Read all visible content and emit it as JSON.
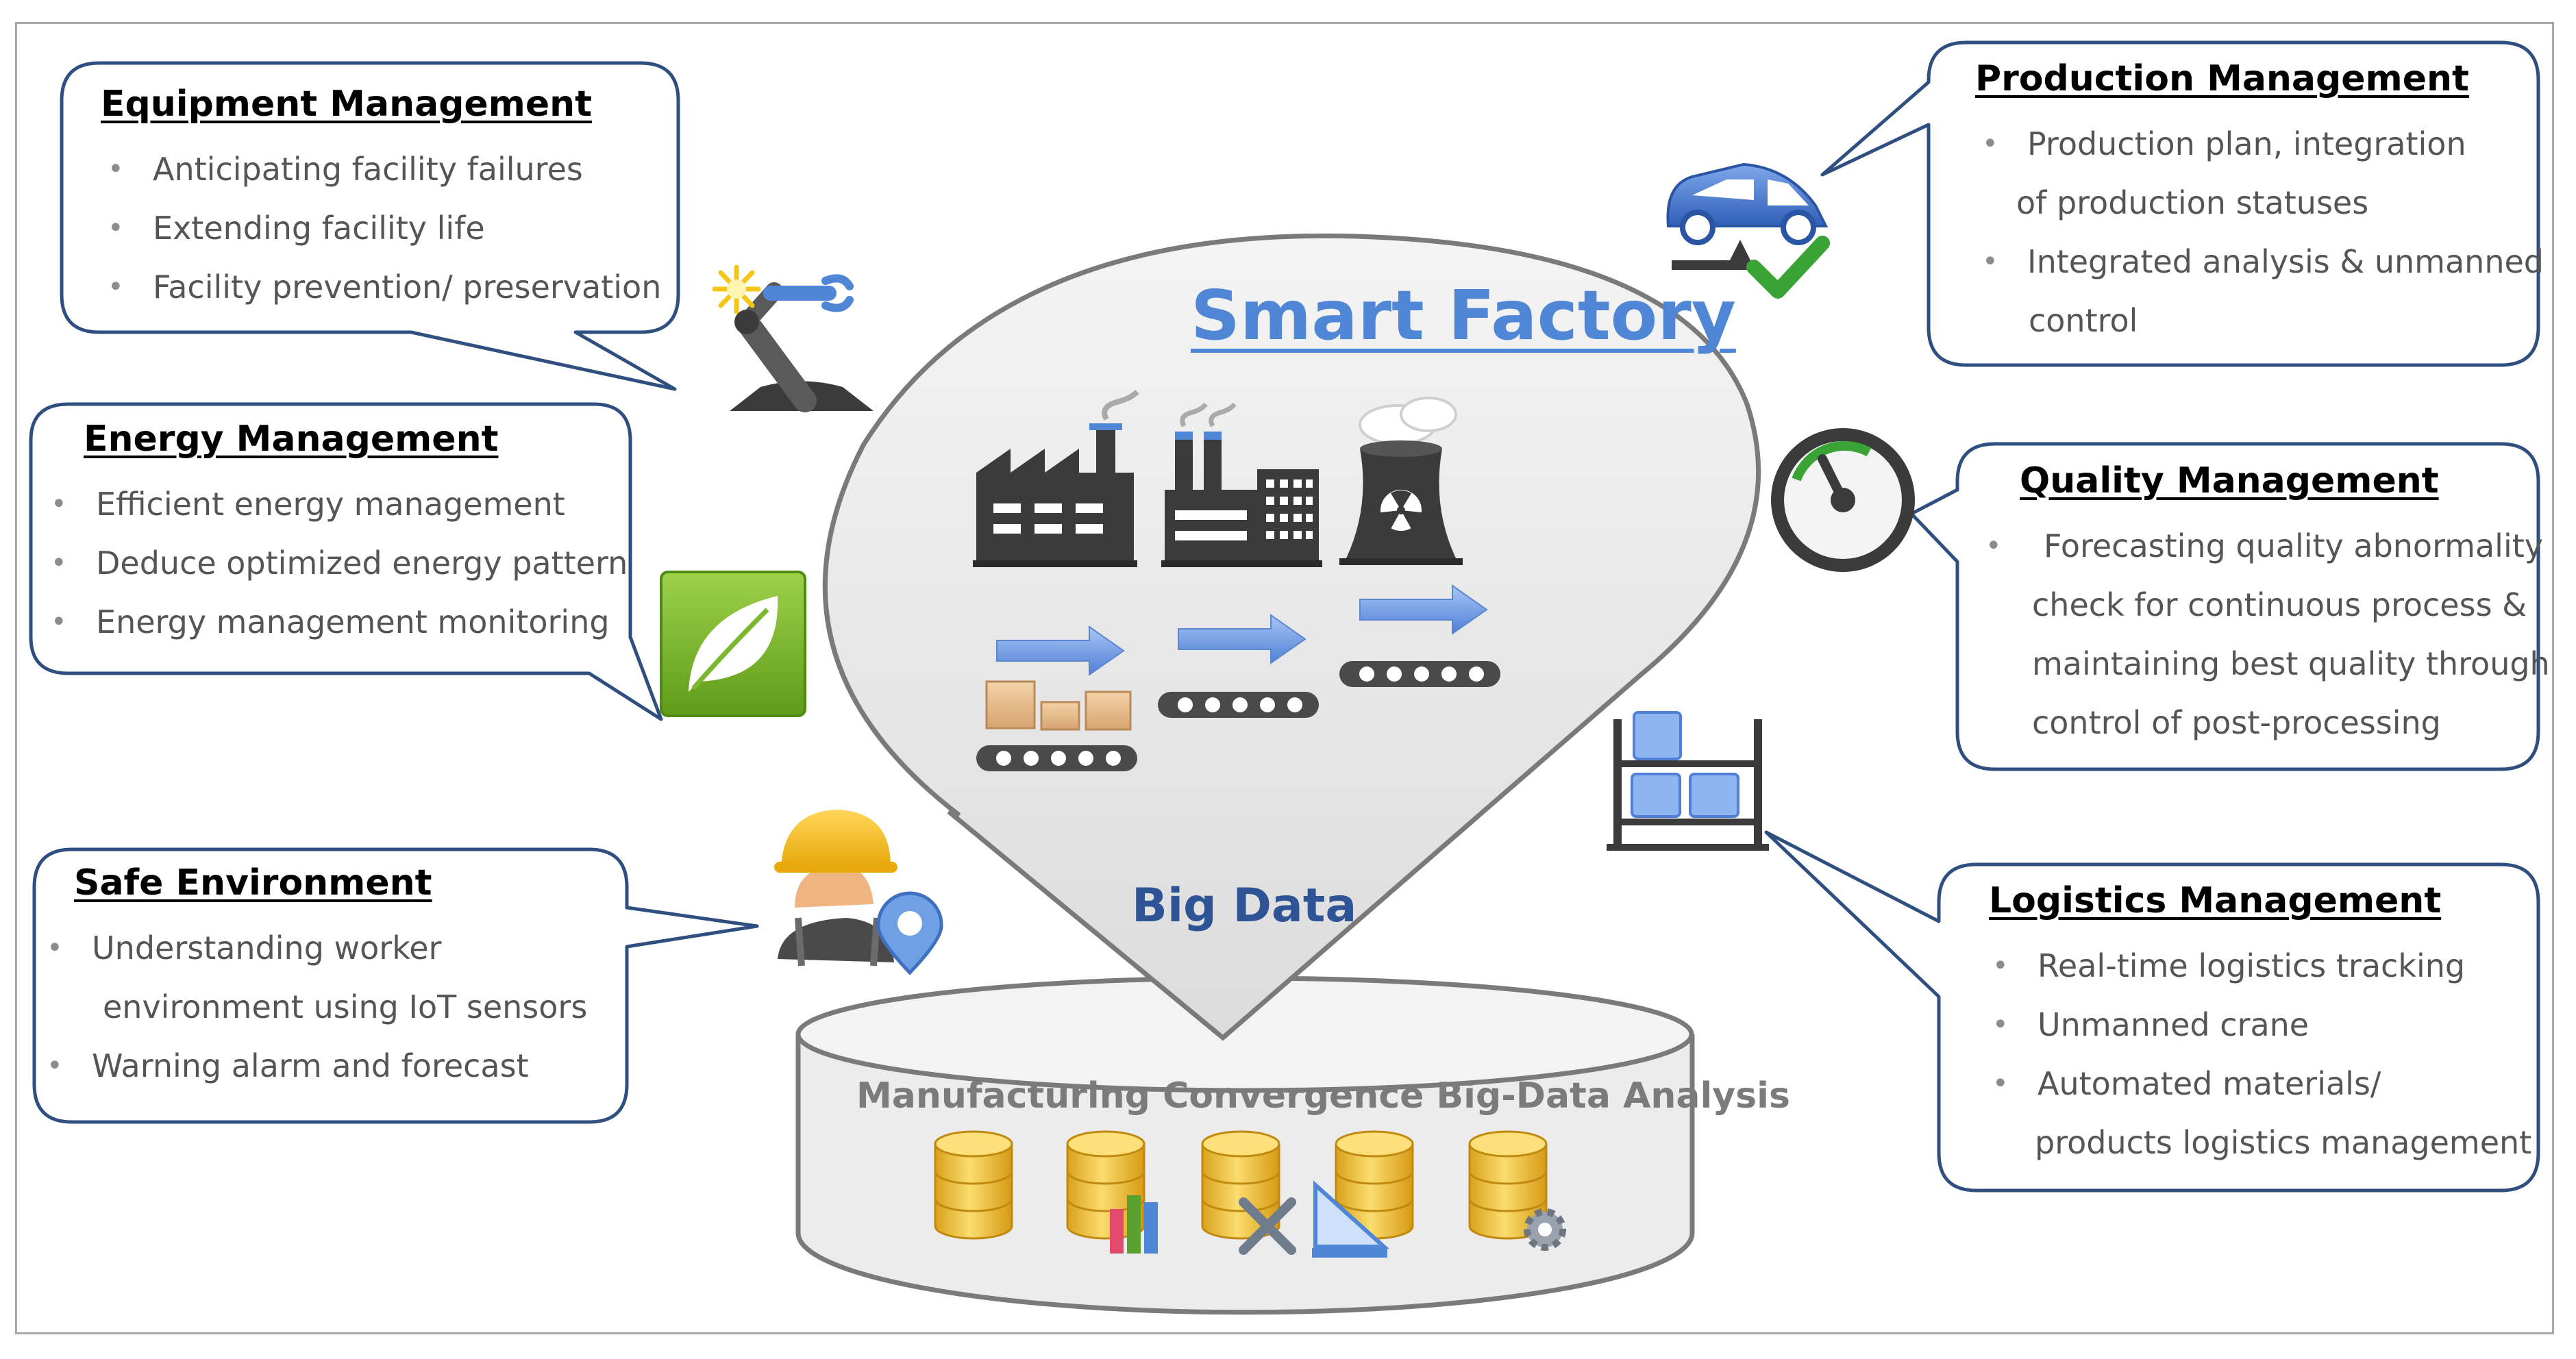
{
  "diagram": {
    "title": "Smart Factory",
    "center_label": "Big Data",
    "database_label": "Manufacturing Convergence Big-Data Analysis",
    "colors": {
      "box_border": "#2e4f7f",
      "title": "#4f86d6",
      "center_label": "#2e5495",
      "bullet_text": "#555555",
      "bubble_fill": "#e6e6e6",
      "bubble_border": "#7a7a7a",
      "arrow_blue": "#6f9be6",
      "crate": "#e8be8f",
      "cylinder": "#f3c43c"
    },
    "icons": [
      "robot-arm-icon",
      "car-check-icon",
      "leaf-icon",
      "gauge-icon",
      "worker-icon",
      "location-pin-icon",
      "warehouse-rack-icon",
      "factory-icon",
      "plant-building-icon",
      "nuclear-plant-icon",
      "conveyor-icon",
      "database-icon",
      "database-chart-icon",
      "database-tools-icon",
      "database-ruler-icon",
      "database-gear-icon"
    ]
  },
  "callouts": {
    "equipment": {
      "title": "Equipment Management",
      "items": [
        "Anticipating facility failures",
        "Extending facility life",
        "Facility prevention/ preservation"
      ]
    },
    "energy": {
      "title": "Energy Management",
      "items": [
        "Efficient energy management",
        "Deduce optimized energy pattern",
        "Energy management monitoring"
      ]
    },
    "safe": {
      "title": "Safe Environment",
      "items": [
        "Understanding worker",
        "environment using IoT sensors",
        "Warning alarm and forecast"
      ]
    },
    "production": {
      "title": "Production Management",
      "items": [
        "Production plan, integration",
        "of production statuses",
        "Integrated analysis & unmanned",
        "control"
      ]
    },
    "quality": {
      "title": "Quality Management",
      "items": [
        "Forecasting quality abnormality",
        "check for continuous process  &",
        "maintaining best quality through",
        "control of post-processing"
      ]
    },
    "logistics": {
      "title": "Logistics Management",
      "items": [
        "Real-time logistics tracking",
        "Unmanned crane",
        "Automated materials/",
        "products logistics management"
      ]
    }
  }
}
